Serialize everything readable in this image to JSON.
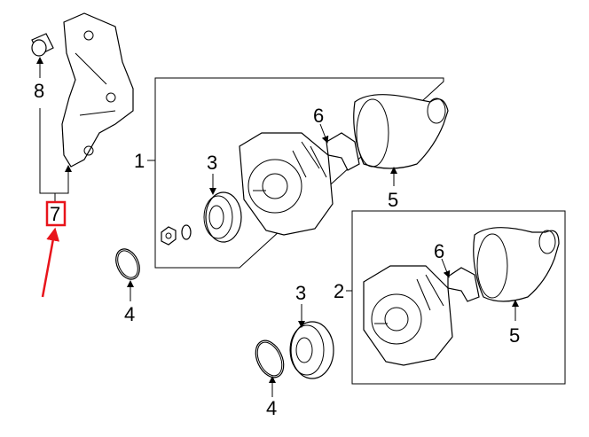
{
  "callouts": {
    "c1": "1",
    "c2": "2",
    "c3a": "3",
    "c3b": "3",
    "c4a": "4",
    "c4b": "4",
    "c5a": "5",
    "c5b": "5",
    "c6a": "6",
    "c6b": "6",
    "c7": "7",
    "c8": "8"
  },
  "highlight": {
    "callout": "7",
    "color": "#e8141b"
  }
}
